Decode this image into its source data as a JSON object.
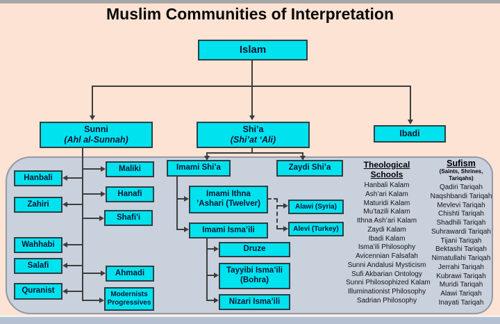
{
  "page": {
    "title": "Muslim Communities of Interpretation"
  },
  "nodes": {
    "islam": "Islam",
    "sunni_line1": "Sunni",
    "sunni_line2": "(Ahl al-Sunnah)",
    "shia_line1": "Shi’a",
    "shia_line2": "(Shi’at ‘Ali)",
    "ibadi": "Ibadi",
    "hanbali": "Hanbali",
    "zahiri": "Zahiri",
    "wahhabi": "Wahhabi",
    "salafi": "Salafi",
    "quranist": "Quranist",
    "maliki": "Maliki",
    "hanafi": "Hanafi",
    "shafii": "Shafi'i",
    "ahmadi": "Ahmadi",
    "modernists_line1": "Modernists",
    "modernists_line2": "Progressives",
    "imami_shia": "Imami Shi’a",
    "zaydi_shia": "Zaydi Shi’a",
    "ithna_line1": "Imami  Ithna",
    "ithna_line2": "’Ashari (Twelver)",
    "imami_ismaili": "Imami Isma’ili",
    "alawi": "Alawi (Syria)",
    "alevi": "Alevi (Turkey)",
    "druze": "Druze",
    "tayyibi_line1": "Tayyibi Isma’ili",
    "tayyibi_line2": "(Bohra)",
    "nizari": "Nizari Isma’ili"
  },
  "theological": {
    "heading_line1": "Theological",
    "heading_line2": "Schools",
    "items": [
      "Hanbali Kalam",
      "Ash’ari Kalam",
      "Maturidi Kalam",
      "Mu’tazili Kalam",
      "Ithna Ash’ari Kalam",
      "Zaydi Kalam",
      "Ibadi Kalam",
      "Isma’ili Philosophy",
      "Avicennian Falsafah",
      "Sunni Andalusi Mysticism",
      "Sufi Akbarian Ontology",
      "Sunni Philosophized Kalam",
      "Illuminationist Philosophy",
      "Sadrian Philosophy"
    ]
  },
  "sufism": {
    "heading": "Sufism",
    "subtitle_line1": "(Saints, Shrines,",
    "subtitle_line2": "Tariqahs)",
    "items": [
      "Qadiri Tariqah",
      "Naqshbandi Tariqah",
      "Mevlevi Tariqah",
      "Chishti Tariqah",
      "Shadhili Tariqah",
      "Suhrawardi Tariqah",
      "Tijani Tariqah",
      "Bektashi Tariqah",
      "Nimatullahi Tariqah",
      "Jerrahi Tariqah",
      "Kubrawi Tariqah",
      "Muridi Tariqah",
      "Alawi Tariqah",
      "Inayati Tariqah"
    ]
  },
  "colors": {
    "background": "#fce3d3",
    "box_fill": "#00e2ee",
    "box_border": "#2e3e46",
    "panel_fill": "#c9d1dd",
    "line": "#3d3d3d",
    "bottom_bar": "#b5c1d3",
    "top_bar": "#a6a6a6"
  }
}
